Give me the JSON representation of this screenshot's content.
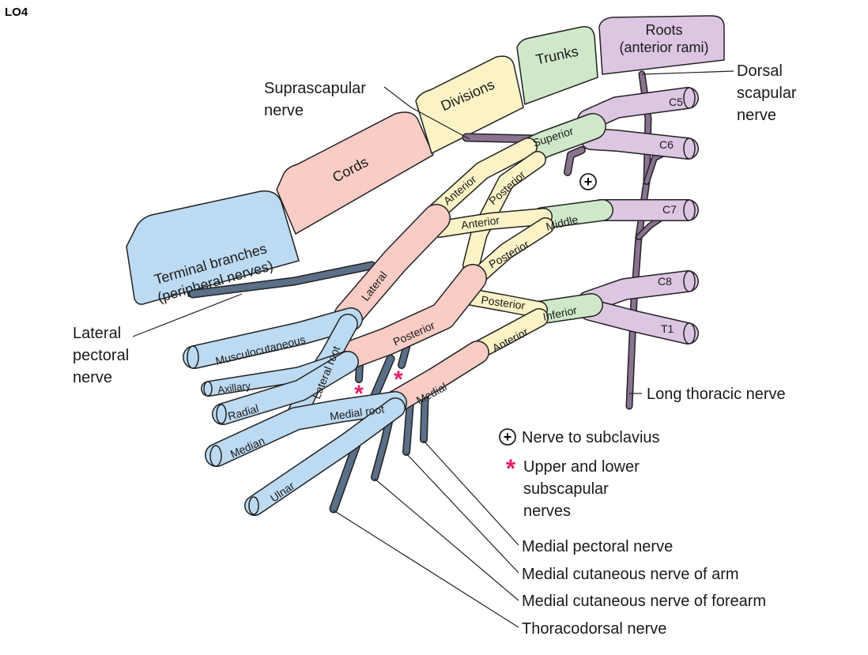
{
  "corner_label": "LO4",
  "headers": {
    "roots_line1": "Roots",
    "roots_line2": "(anterior rami)",
    "trunks": "Trunks",
    "divisions": "Divisions",
    "cords": "Cords",
    "terminal_line1": "Terminal branches",
    "terminal_line2": "(peripheral nerves)"
  },
  "roots": [
    "C5",
    "C6",
    "C7",
    "C8",
    "T1"
  ],
  "trunks": [
    "Superior",
    "Middle",
    "Inferior"
  ],
  "divisions": {
    "anterior_superior": "Anterior",
    "posterior_superior": "Posterior",
    "anterior_middle": "Anterior",
    "posterior_middle": "Posterior",
    "posterior_inferior": "Posterior",
    "anterior_inferior": "Anterior"
  },
  "cords": [
    "Lateral",
    "Posterior",
    "Medial"
  ],
  "terminals": {
    "musculocutaneous": "Musculocutaneous",
    "axillary": "Axillary",
    "radial": "Radial",
    "median": "Median",
    "ulnar": "Ulnar",
    "lateral_root": "Lateral root",
    "medial_root": "Medial root"
  },
  "callouts": {
    "suprascapular_line1": "Suprascapular",
    "suprascapular_line2": "nerve",
    "dorsal_line1": "Dorsal",
    "dorsal_line2": "scapular",
    "dorsal_line3": "nerve",
    "lateral_pectoral_line1": "Lateral",
    "lateral_pectoral_line2": "pectoral",
    "lateral_pectoral_line3": "nerve",
    "long_thoracic": "Long thoracic nerve",
    "medial_pectoral": "Medial pectoral nerve",
    "medial_cutaneous_arm": "Medial cutaneous nerve of arm",
    "medial_cutaneous_forearm": "Medial cutaneous nerve of forearm",
    "thoracodorsal": "Thoracodorsal nerve"
  },
  "legend": {
    "subclavius": "Nerve to subclavius",
    "subscapular_line1": "Upper and lower",
    "subscapular_line2": "subscapular",
    "subscapular_line3": "nerves",
    "plus_symbol": "+",
    "star_symbol": "*"
  },
  "colors": {
    "roots": "#dcc6e2",
    "trunks": "#cfe8c9",
    "divisions": "#fbf3c6",
    "cords": "#f9ccc6",
    "terminals": "#bcdaf2",
    "dark_nerve": "#5a6f88",
    "root_branch": "#8a7290",
    "star": "#e8206e"
  }
}
